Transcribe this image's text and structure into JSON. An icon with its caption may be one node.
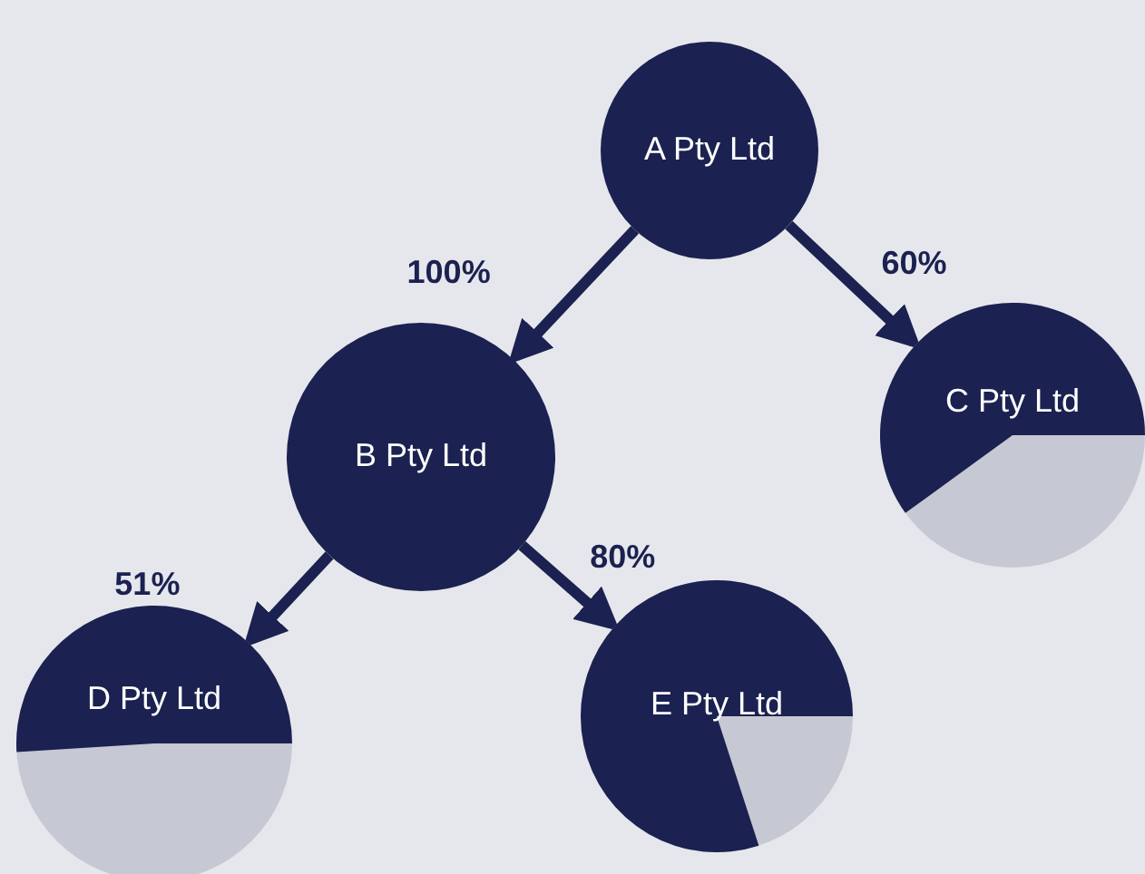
{
  "diagram": {
    "nodes": [
      {
        "text": [
          "A Pty Ltd"
        ]
      },
      {
        "text": [
          "B Pty Ltd"
        ]
      },
      {
        "text": [
          "C Pty Ltd"
        ]
      },
      {
        "text": [
          "D Pty Ltd"
        ]
      },
      {
        "text": [
          "E Pty Ltd"
        ]
      }
    ],
    "edges": [
      {
        "from": 0,
        "to": 1,
        "arrow": "to",
        "label": "100%"
      },
      {
        "from": 0,
        "to": 2,
        "arrow": "to",
        "label": "60%"
      },
      {
        "from": 1,
        "to": 3,
        "arrow": "to",
        "label": "51%"
      },
      {
        "from": 1,
        "to": 4,
        "arrow": "to",
        "label": "80%"
      }
    ]
  }
}
